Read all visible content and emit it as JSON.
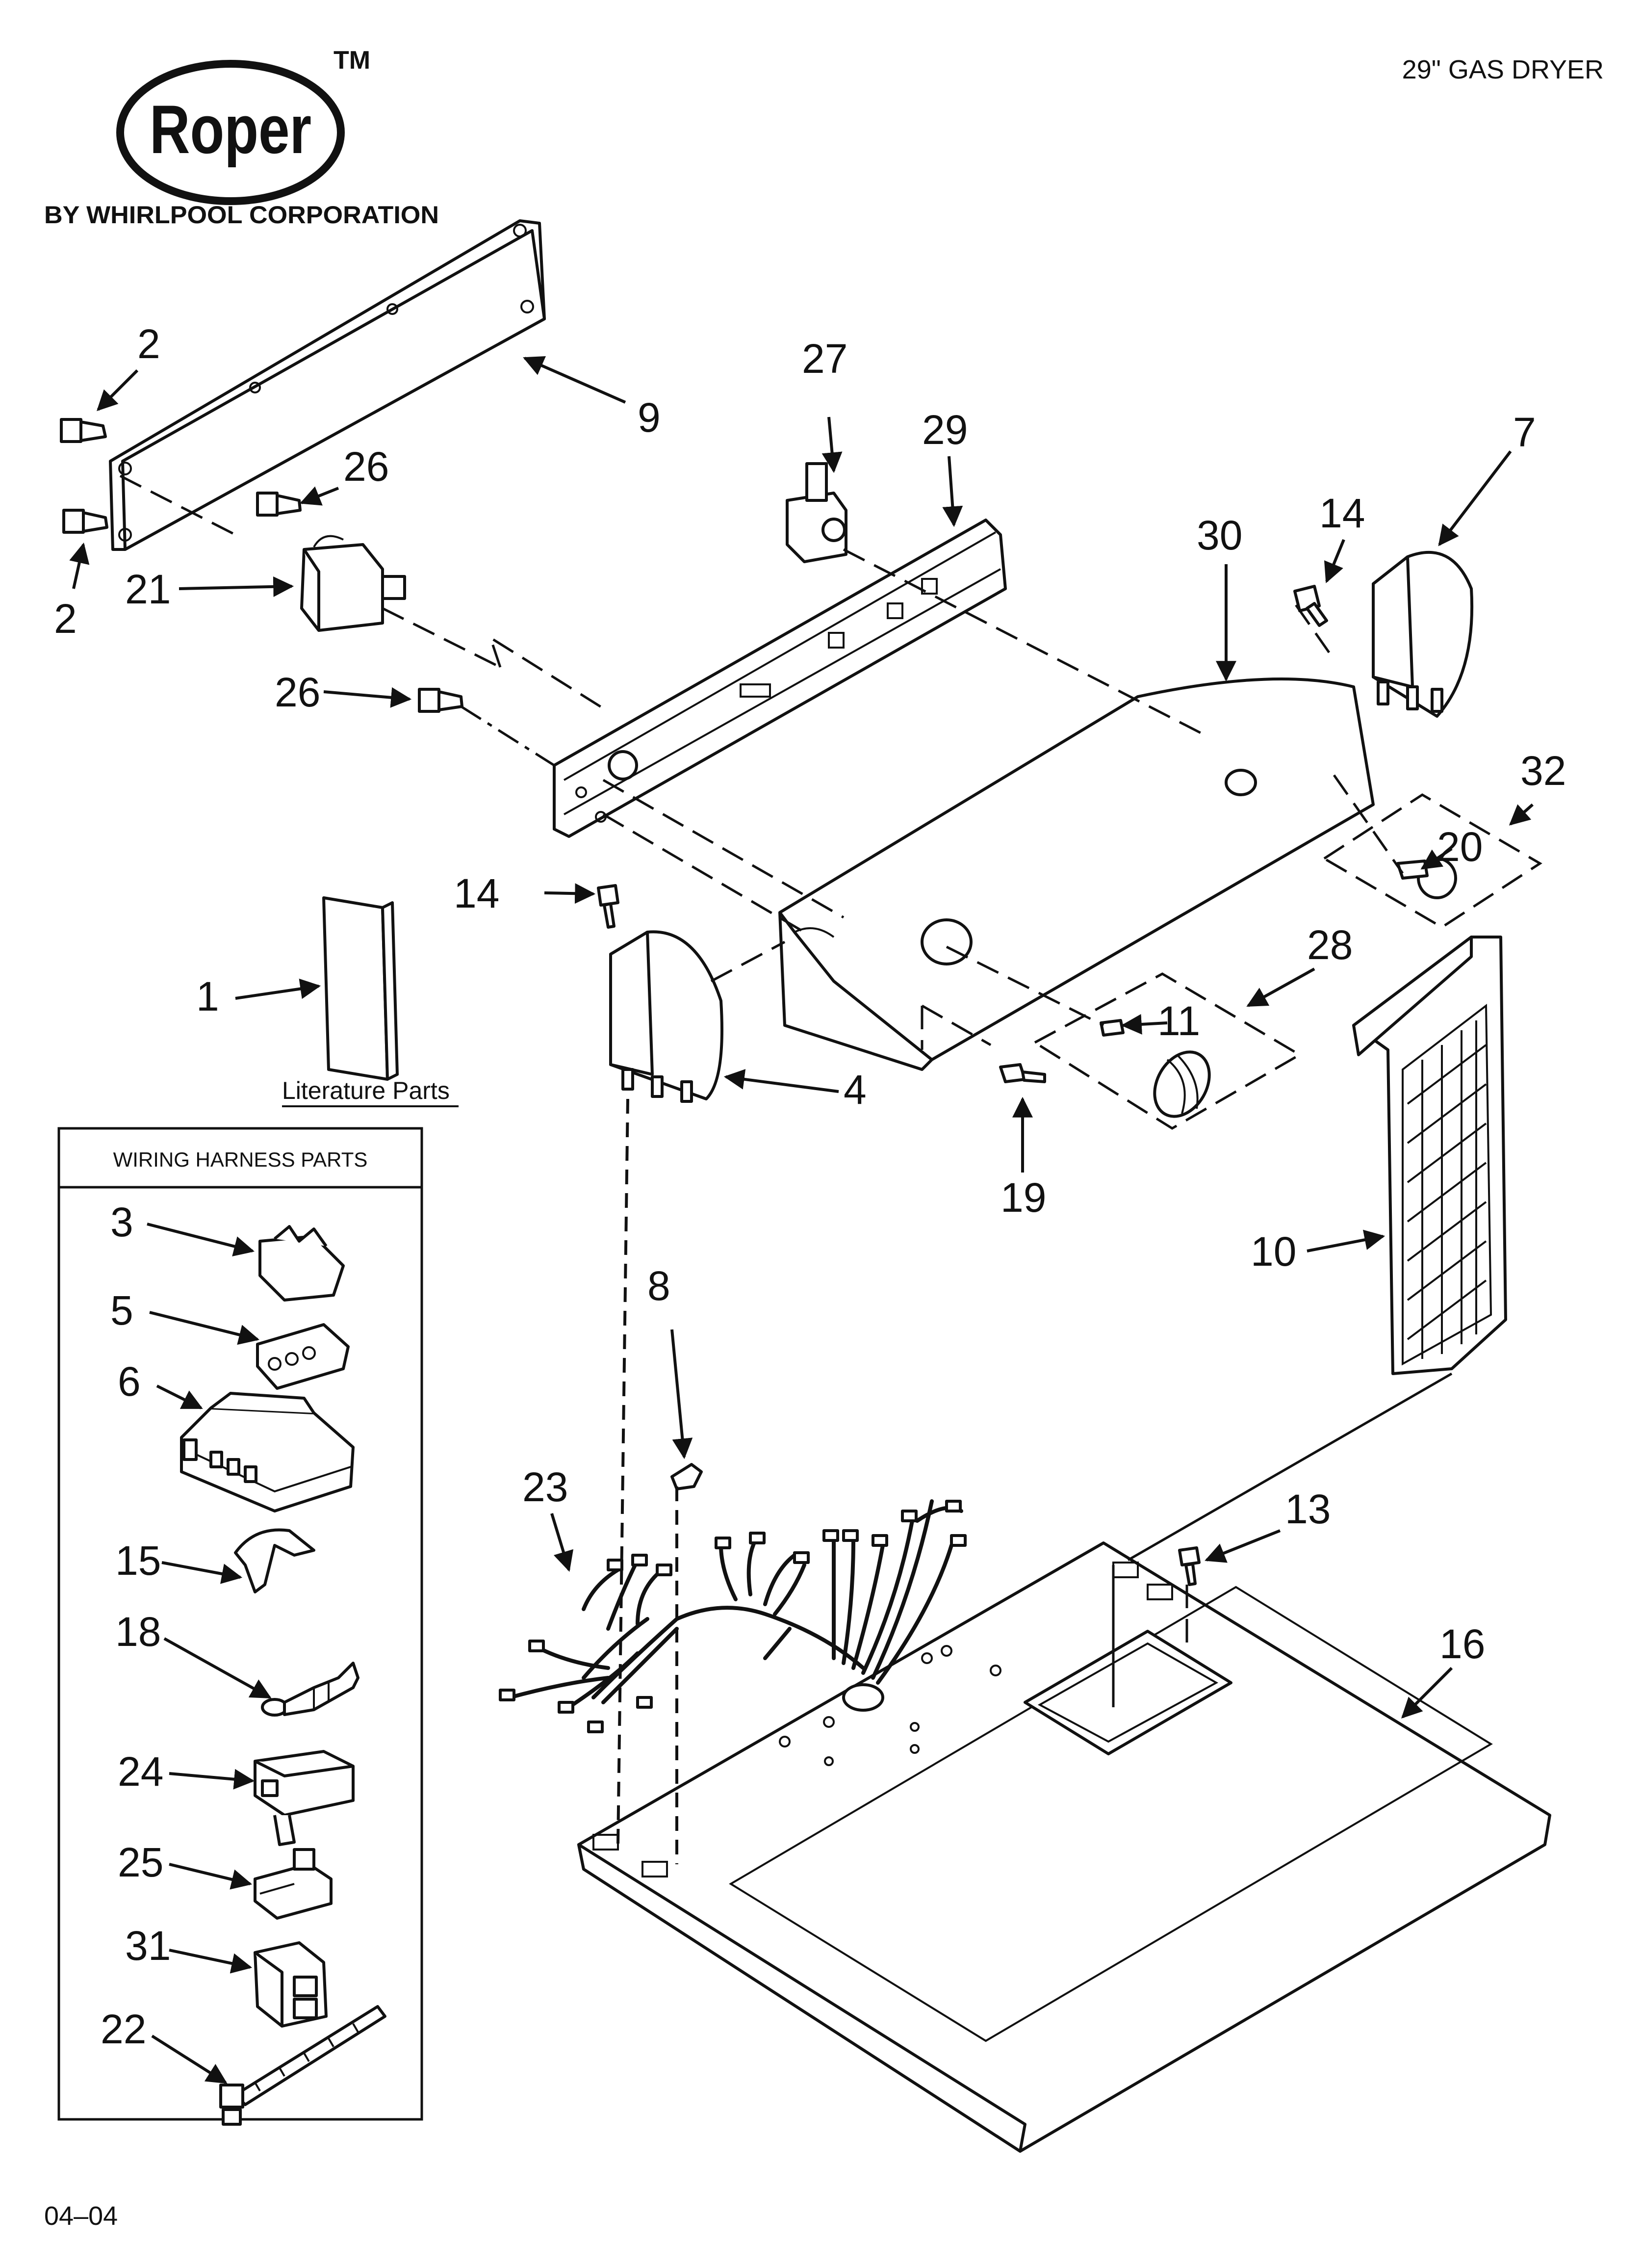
{
  "brand": {
    "logo_text": "Roper",
    "trademark": "TM",
    "byline": "BY WHIRLPOOL CORPORATION"
  },
  "header": {
    "model": "29\" GAS DRYER"
  },
  "footer": {
    "date_code": "04–04"
  },
  "literature_label": "Literature Parts",
  "wiring_box": {
    "title": "WIRING HARNESS PARTS"
  },
  "callouts": {
    "c2a": "2",
    "c2b": "2",
    "c9": "9",
    "c26a": "26",
    "c26b": "26",
    "c21": "21",
    "c27": "27",
    "c29": "29",
    "c30": "30",
    "c14a": "14",
    "c7": "7",
    "c32": "32",
    "c20": "20",
    "c14b": "14",
    "c28": "28",
    "c11": "11",
    "c1": "1",
    "c4": "4",
    "c19": "19",
    "c10": "10",
    "c8": "8",
    "c23": "23",
    "c13": "13",
    "c16": "16",
    "c3": "3",
    "c5": "5",
    "c6": "6",
    "c15": "15",
    "c18": "18",
    "c24": "24",
    "c25": "25",
    "c31": "31",
    "c22": "22"
  }
}
